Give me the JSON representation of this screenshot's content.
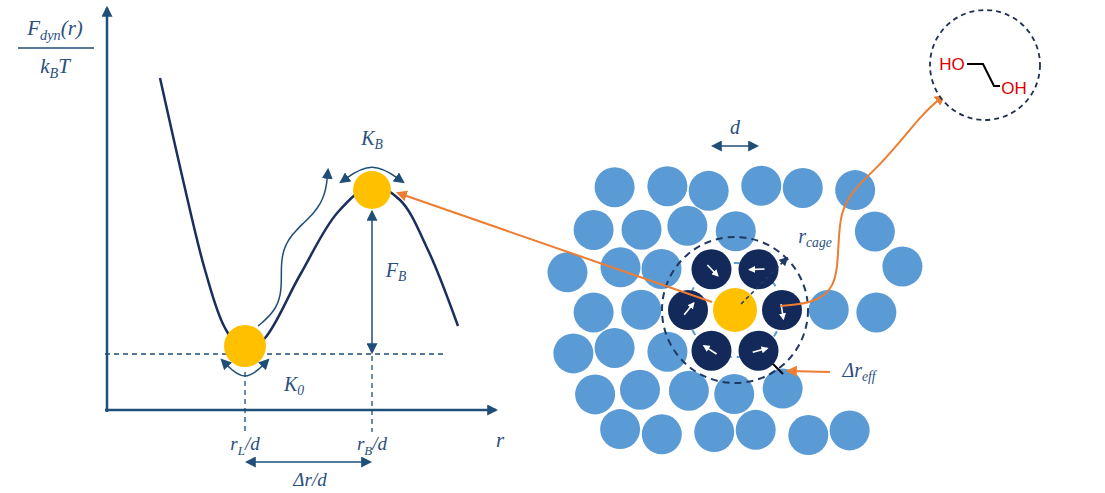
{
  "diagram": {
    "nodes": [
      {
        "text": [
          "HO",
          "OH"
        ]
      }
    ],
    "labels": [
      "F",
      "dyn",
      "(r)",
      "k",
      "B",
      "T",
      "K",
      "B",
      "F",
      "B",
      "K",
      "0",
      "r",
      "L",
      "/d",
      "r",
      "B",
      "/d",
      "Δr/d",
      "r",
      "d",
      "r",
      "cage",
      "Δr",
      "eff"
    ]
  }
}
